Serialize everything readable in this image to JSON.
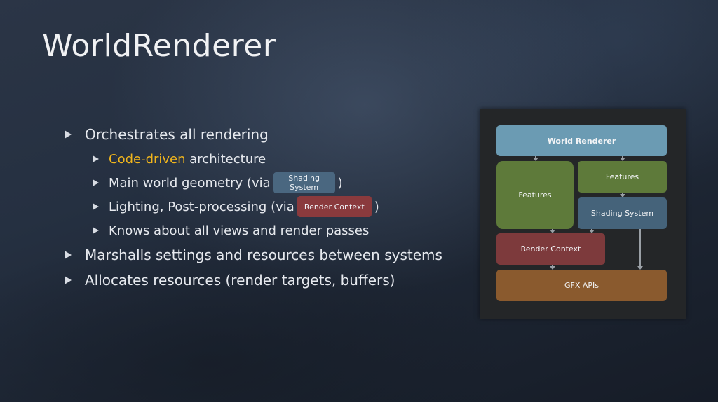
{
  "slide": {
    "title": "WorldRenderer"
  },
  "bullets": {
    "orchestrates": "Orchestrates all rendering",
    "code_driven_highlight": "Code-driven",
    "code_driven_rest": " architecture",
    "geometry_prefix": "Main world geometry (via",
    "geometry_pill": "Shading System",
    "geometry_suffix": ")",
    "lighting_prefix": "Lighting, Post-processing (via",
    "lighting_pill": "Render Context",
    "lighting_suffix": ")",
    "views": "Knows about all views and render passes",
    "marshalls": "Marshalls settings and resources between systems",
    "allocates": "Allocates resources (render targets, buffers)"
  },
  "diagram": {
    "world_renderer": "World Renderer",
    "features_left": "Features",
    "features_right": "Features",
    "shading_system": "Shading System",
    "render_context": "Render Context",
    "gfx_apis": "GFX APIs"
  },
  "colors": {
    "highlight": "#f2b61c",
    "world_renderer": "#6b9bb3",
    "features": "#5e7a3a",
    "shading_system": "#45637a",
    "render_context": "#7d3a3c",
    "gfx_apis": "#8a5a2e"
  }
}
